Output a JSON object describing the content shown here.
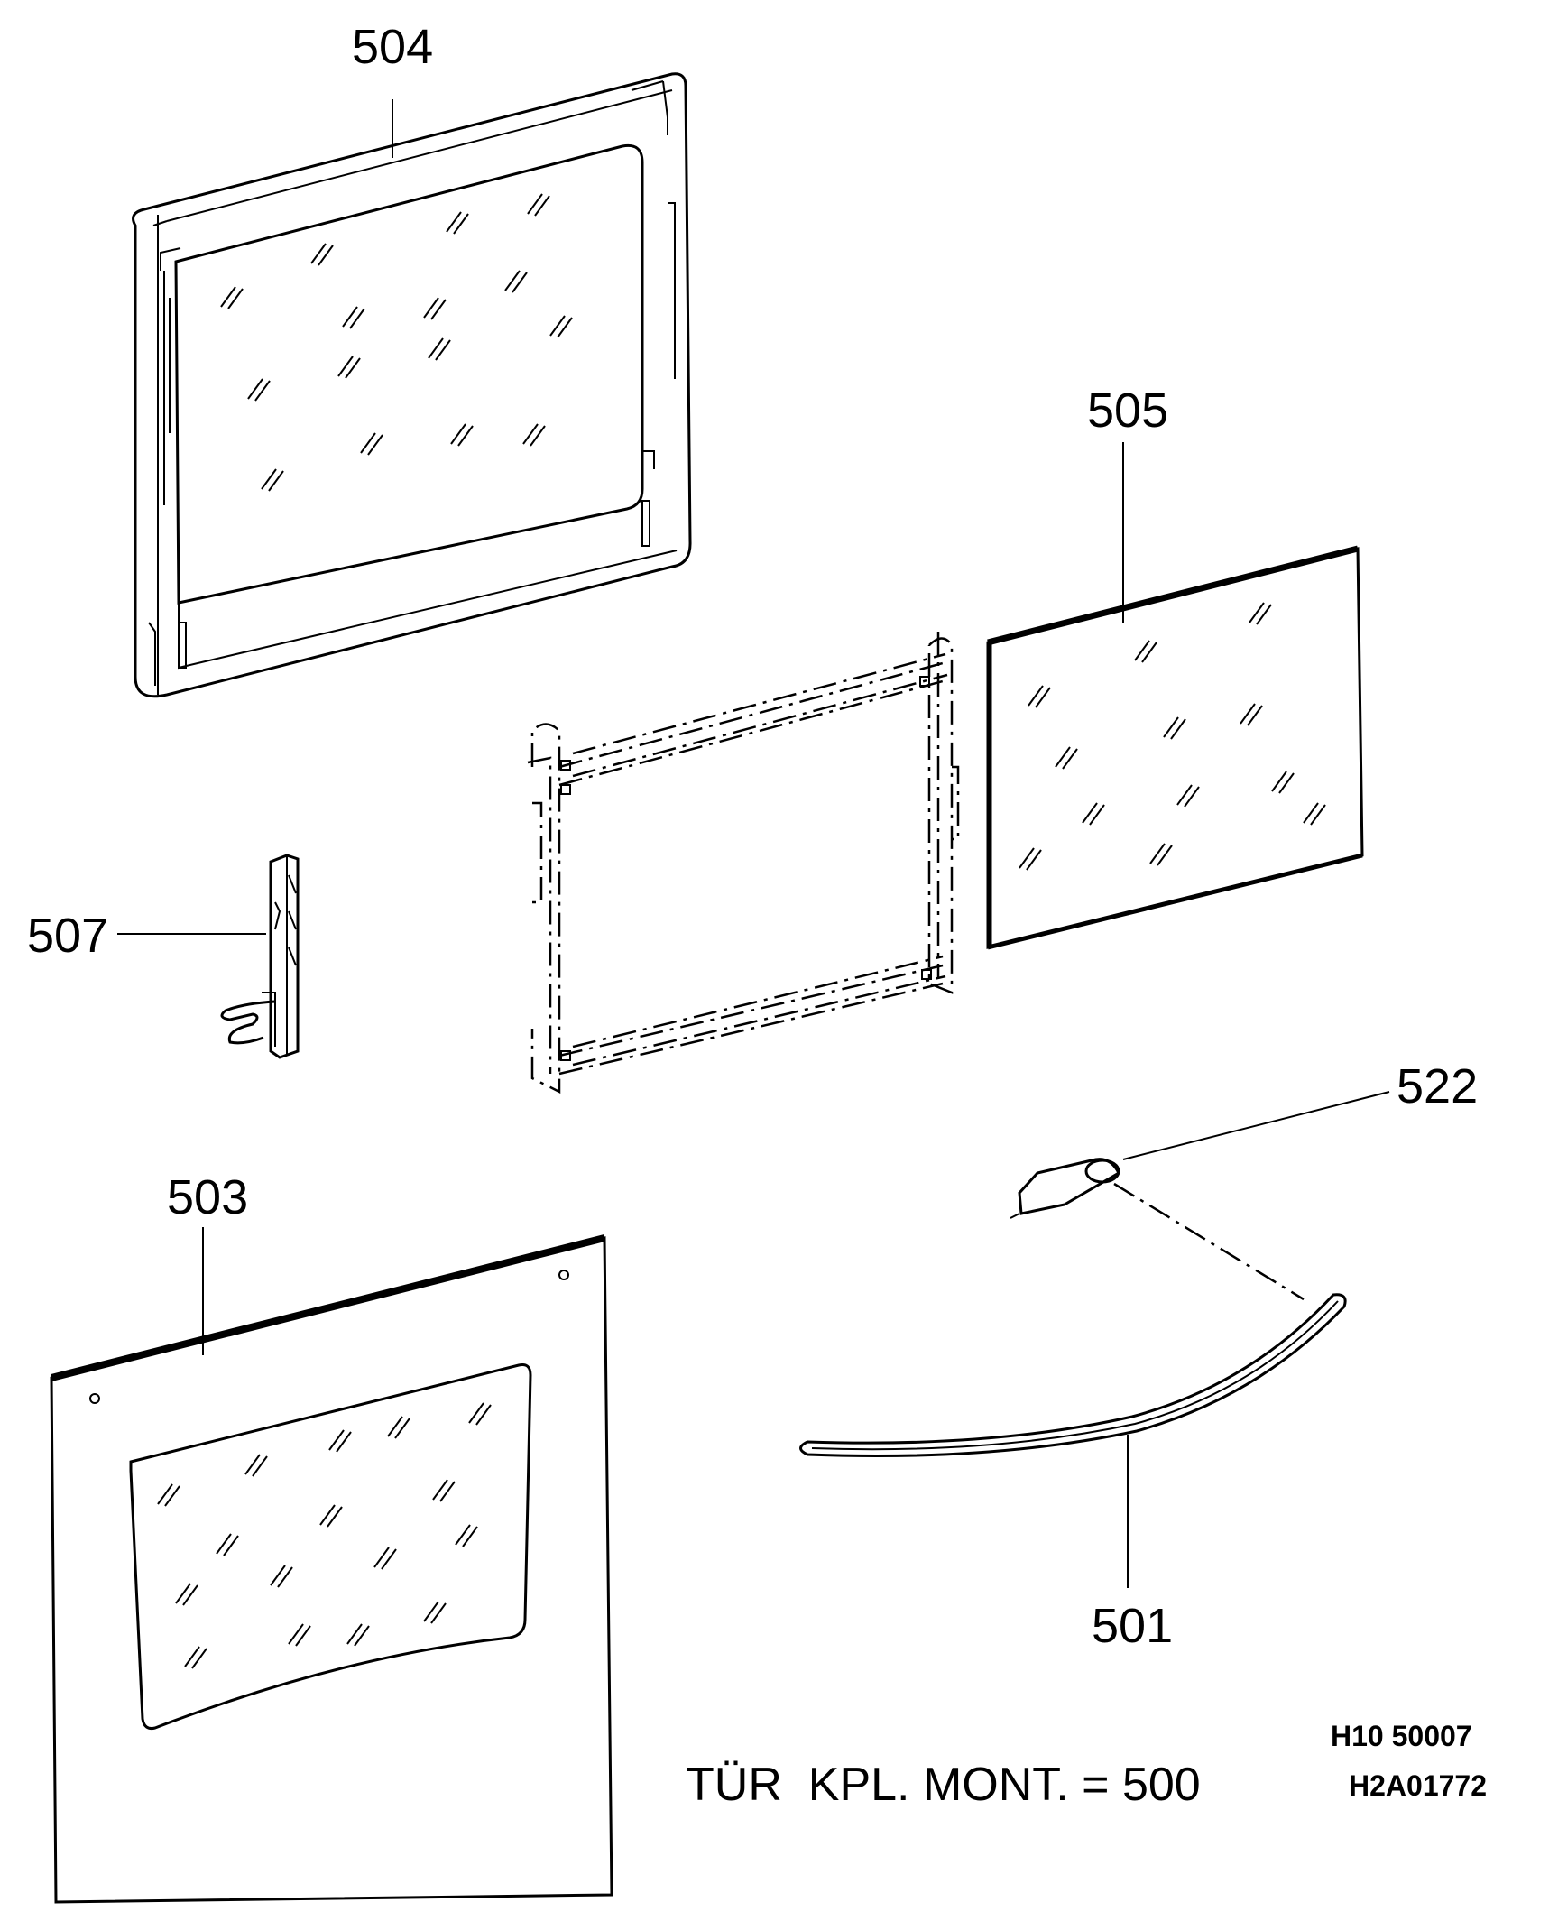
{
  "parts": [
    {
      "number": "504",
      "description": "inner door frame with glass"
    },
    {
      "number": "505",
      "description": "glass pane"
    },
    {
      "number": "507",
      "description": "door hinge"
    },
    {
      "number": "503",
      "description": "outer door panel"
    },
    {
      "number": "522",
      "description": "handle end cap"
    },
    {
      "number": "501",
      "description": "door handle"
    }
  ],
  "footer": {
    "assembly": "TÜR  KPL. MONT. = 500",
    "code_1": "H10 50007",
    "code_2": "H2A01772"
  },
  "colors": {
    "ink": "#000000",
    "paper": "#ffffff"
  }
}
